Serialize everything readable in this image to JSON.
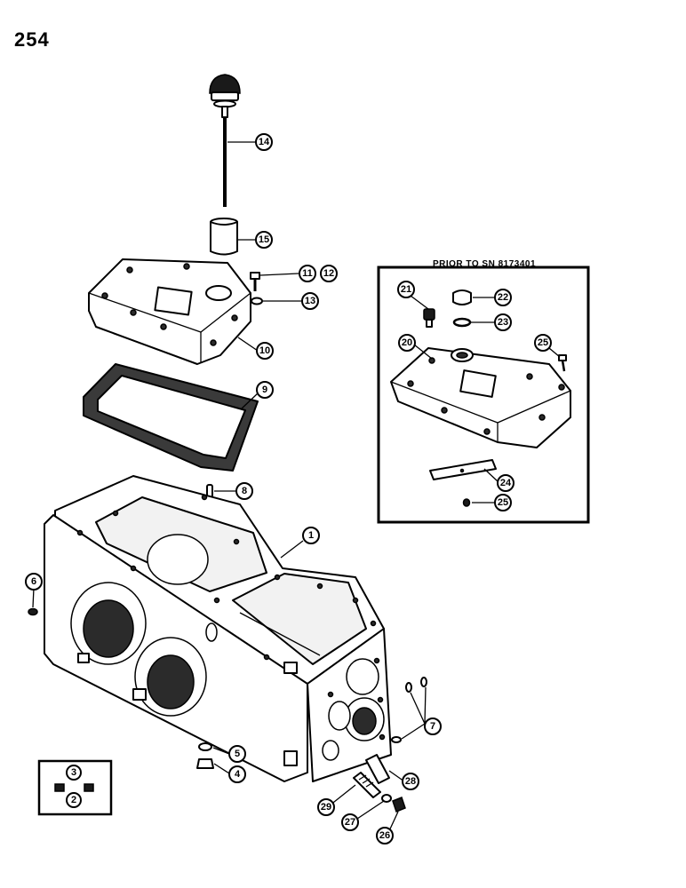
{
  "page_number": "254",
  "inset_title": "PRIOR TO SN 8173401",
  "callouts": [
    "1",
    "2",
    "3",
    "4",
    "5",
    "6",
    "7",
    "8",
    "9",
    "10",
    "11",
    "12",
    "13",
    "14",
    "15",
    "20",
    "21",
    "22",
    "23",
    "24",
    "25",
    "25",
    "26",
    "27",
    "28",
    "29"
  ]
}
